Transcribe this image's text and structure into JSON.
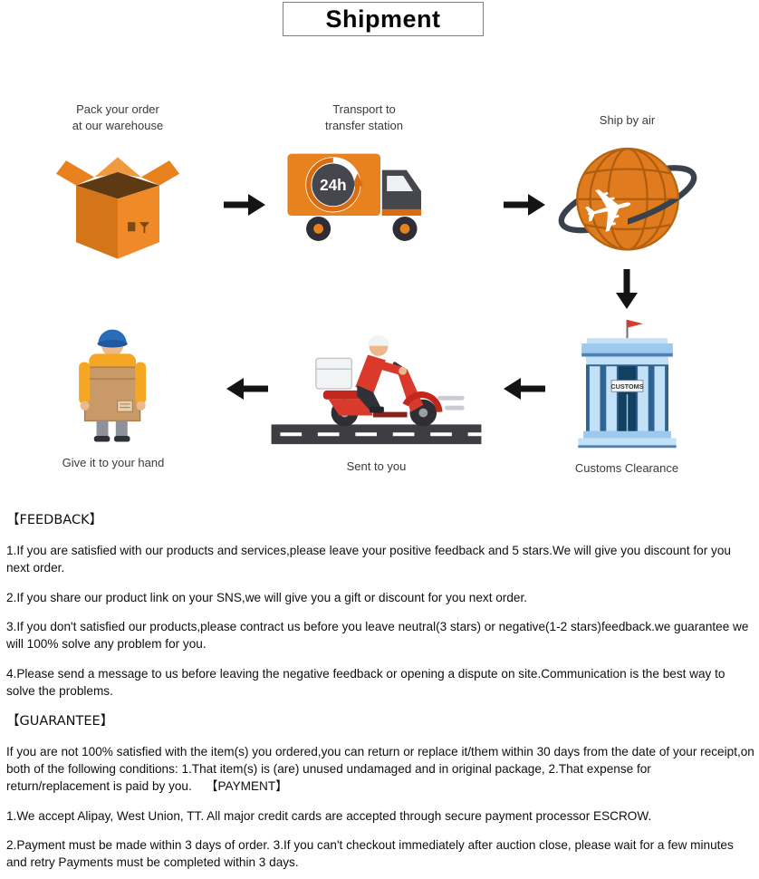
{
  "title": "Shipment",
  "diagram": {
    "pack": {
      "caption": "Pack your order\nat our warehouse"
    },
    "transport": {
      "caption": "Transport to\ntransfer station",
      "badge": "24h"
    },
    "air": {
      "caption": "Ship by air"
    },
    "customs": {
      "caption": "Customs Clearance",
      "sign": "CUSTOMS"
    },
    "sent": {
      "caption": "Sent to you"
    },
    "hand": {
      "caption": "Give it to your hand"
    }
  },
  "icons": {
    "airplane_glyph": "✈"
  },
  "sections": {
    "feedback_heading": "【FEEDBACK】",
    "feedback_items": [
      "1.If you are satisfied with our products and services,please leave your positive feedback and 5 stars.We will give you discount for you next order.",
      "2.If you share our product link on your SNS,we will give you a gift or discount for you next order.",
      "3.If you don't satisfied our products,please contract us before you leave neutral(3 stars) or negative(1-2 stars)feedback.we guarantee we will 100% solve any problem for you.",
      "4.Please send a message to us before leaving the negative feedback or opening a dispute on site.Communication is the best way to solve the problems."
    ],
    "guarantee_heading": "【GUARANTEE】",
    "guarantee_body": "If you are not 100% satisfied with the item(s) you ordered,you can return or replace it/them within 30 days from the date of your receipt,on both of the following conditions: 1.That item(s) is (are) unused undamaged and in original package, 2.That expense for return/replacement is paid by you.    【PAYMENT】",
    "payment_items": [
      "1.We accept Alipay, West Union, TT. All major credit cards are accepted through secure payment processor ESCROW.",
      "2.Payment must be made within 3 days of order. 3.If you can't checkout immediately after auction close, please wait for a few minutes and retry Payments must be completed within 3 days."
    ]
  },
  "colors": {
    "accent_orange": "#E8821E",
    "dark_slate": "#46464F",
    "scooter_red": "#D93A2B",
    "building_blue_light": "#C3E2F7",
    "building_blue_dark": "#2F6394",
    "arrow_black": "#141414"
  }
}
